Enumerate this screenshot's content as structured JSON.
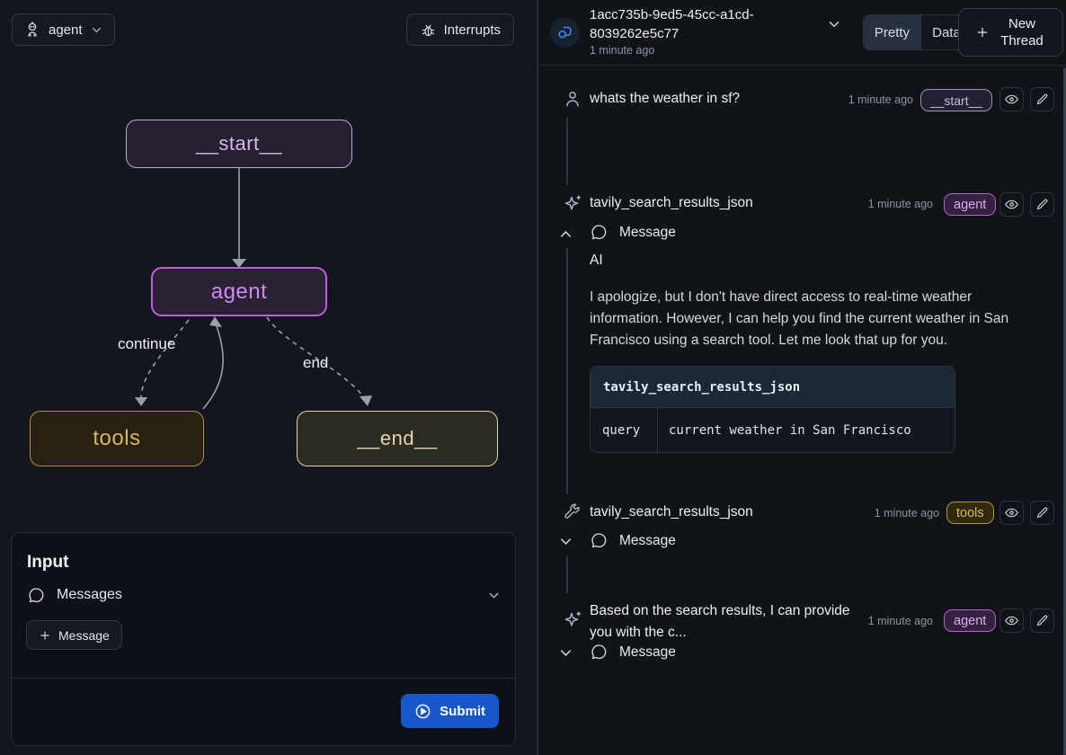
{
  "left_panel": {
    "graph_selector": {
      "label": "agent"
    },
    "interrupts_button": {
      "label": "Interrupts"
    },
    "graph": {
      "nodes": [
        {
          "id": "start",
          "label": "__start__"
        },
        {
          "id": "agent",
          "label": "agent"
        },
        {
          "id": "tools",
          "label": "tools"
        },
        {
          "id": "end",
          "label": "__end__"
        }
      ],
      "edge_labels": {
        "continue": "continue",
        "end": "end"
      }
    },
    "input_panel": {
      "title": "Input",
      "messages_label": "Messages",
      "add_message_label": "Message",
      "submit_label": "Submit"
    }
  },
  "thread_panel": {
    "header": {
      "thread_id": "1acc735b-9ed5-45cc-a1cd-8039262e5c77",
      "timestamp": "1 minute ago",
      "view_toggle": {
        "pretty": "Pretty",
        "data": "Data",
        "selected": "Pretty"
      },
      "new_thread_label": "New Thread"
    },
    "messages": [
      {
        "icon": "user-icon",
        "title": "whats the weather in sf?",
        "time": "1 minute ago",
        "badge": "__start__"
      },
      {
        "icon": "sparkle-icon",
        "title": "tavily_search_results_json",
        "time": "1 minute ago",
        "badge": "agent",
        "section_label": "Message",
        "role": "AI",
        "body": "I apologize, but I don't have direct access to real-time weather information. However, I can help you find the current weather in San Francisco using a search tool. Let me look that up for you.",
        "tool_call": {
          "name": "tavily_search_results_json",
          "arg_key": "query",
          "arg_value": "current weather in San Francisco"
        }
      },
      {
        "icon": "wrench-icon",
        "title": "tavily_search_results_json",
        "time": "1 minute ago",
        "badge": "tools",
        "section_label": "Message"
      },
      {
        "icon": "sparkle-icon",
        "title": "Based on the search results, I can provide you with the c...",
        "time": "1 minute ago",
        "badge": "agent",
        "section_label": "Message"
      }
    ]
  },
  "colors": {
    "submit_blue": "#1757c9",
    "node_start_border": "#bda4d9",
    "node_agent_border": "#bf5fe0",
    "node_tools_border": "#bb8f3a",
    "node_end_border": "#e7d6a6",
    "badge_agent": "#b55fd9",
    "badge_tools": "#b8923e",
    "badge_start": "#a48cc8",
    "avatar_icon_blue": "#4285f4"
  }
}
